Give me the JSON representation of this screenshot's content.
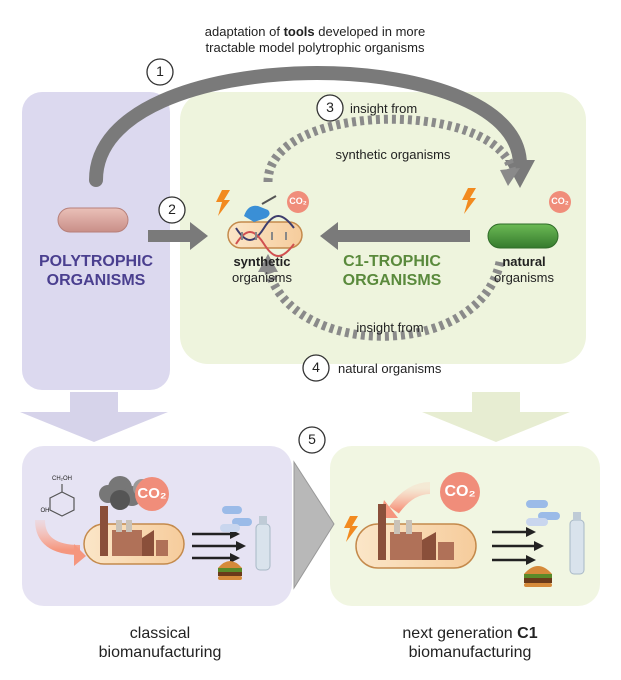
{
  "top_caption": {
    "pre": "adaptation of ",
    "bold": "tools",
    "post": " developed in more",
    "line2": "tractable model polytrophic organisms"
  },
  "steps": [
    "1",
    "2",
    "3",
    "4",
    "5"
  ],
  "insight_synthetic": {
    "line1": "insight from",
    "line2": "synthetic  organisms"
  },
  "insight_natural": {
    "line1": "insight from",
    "line2": "natural organisms"
  },
  "polytrophic": {
    "line1": "POLYTROPHIC",
    "line2": "ORGANISMS"
  },
  "c1trophic": {
    "line1": "C1-TROPHIC",
    "line2": "ORGANISMS"
  },
  "synthetic_label": {
    "bold": "synthetic",
    "normal": "organisms"
  },
  "natural_label": {
    "bold": "natural",
    "normal": "organisms"
  },
  "co2": "CO₂",
  "ch2oh": "CH₂OH",
  "oh": "OH",
  "bottom_left": {
    "line1": "classical",
    "line2": "biomanufacturing"
  },
  "bottom_right": {
    "pre": "next generation ",
    "bold": "C1",
    "line2": "biomanufacturing"
  },
  "colors": {
    "purple_panel": "#dcd9ef",
    "green_panel": "#eef4dd",
    "polytrophic_text": "#4a3f8f",
    "c1_text": "#5a8a3c",
    "arrow_gray": "#7a7a7a",
    "co2_circle": "#f08d7a",
    "cell_rod_pink": "#d9a7a0",
    "cell_rod_green": "#4a9a3f"
  }
}
